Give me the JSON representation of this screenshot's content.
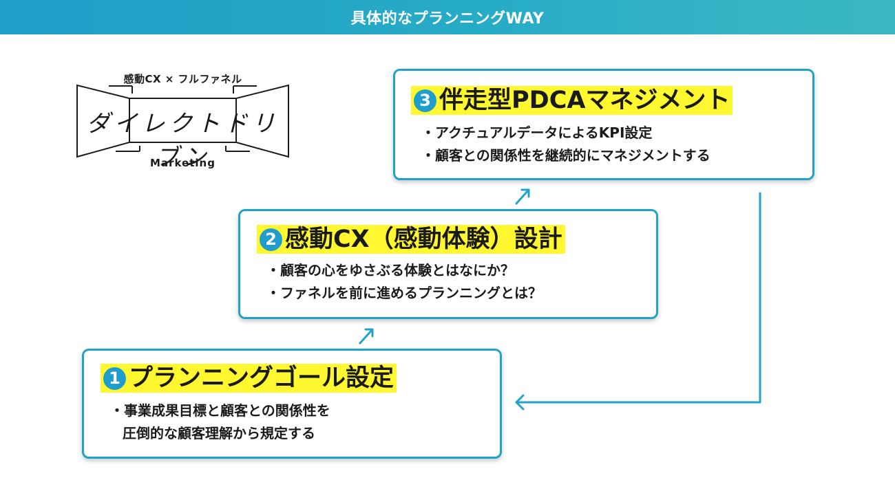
{
  "header": {
    "title": "具体的なプランニングWAY"
  },
  "logo": {
    "top_text": "感動CX × フルファネル",
    "main_text": "ダイレクトドリブン",
    "bottom_text": "Marketing"
  },
  "steps": [
    {
      "number": "1",
      "title": "プランニングゴール設定",
      "bullets": [
        "・事業成果目標と顧客との関係性を",
        "圧倒的な顧客理解から規定する"
      ]
    },
    {
      "number": "2",
      "title": "感動CX（感動体験）設計",
      "bullets": [
        "・顧客の心をゆさぶる体験とはなにか？",
        "・ファネルを前に進めるプランニングとは？"
      ]
    },
    {
      "number": "3",
      "title": "伴走型PDCAマネジメント",
      "bullets": [
        "・アクチュアルデータによるKPI設定",
        "・顧客との関係性を継続的にマネジメントする"
      ]
    }
  ],
  "colors": {
    "accent": "#22a2c7",
    "highlight": "#fff830",
    "number_badge": "#1f9dcc"
  }
}
